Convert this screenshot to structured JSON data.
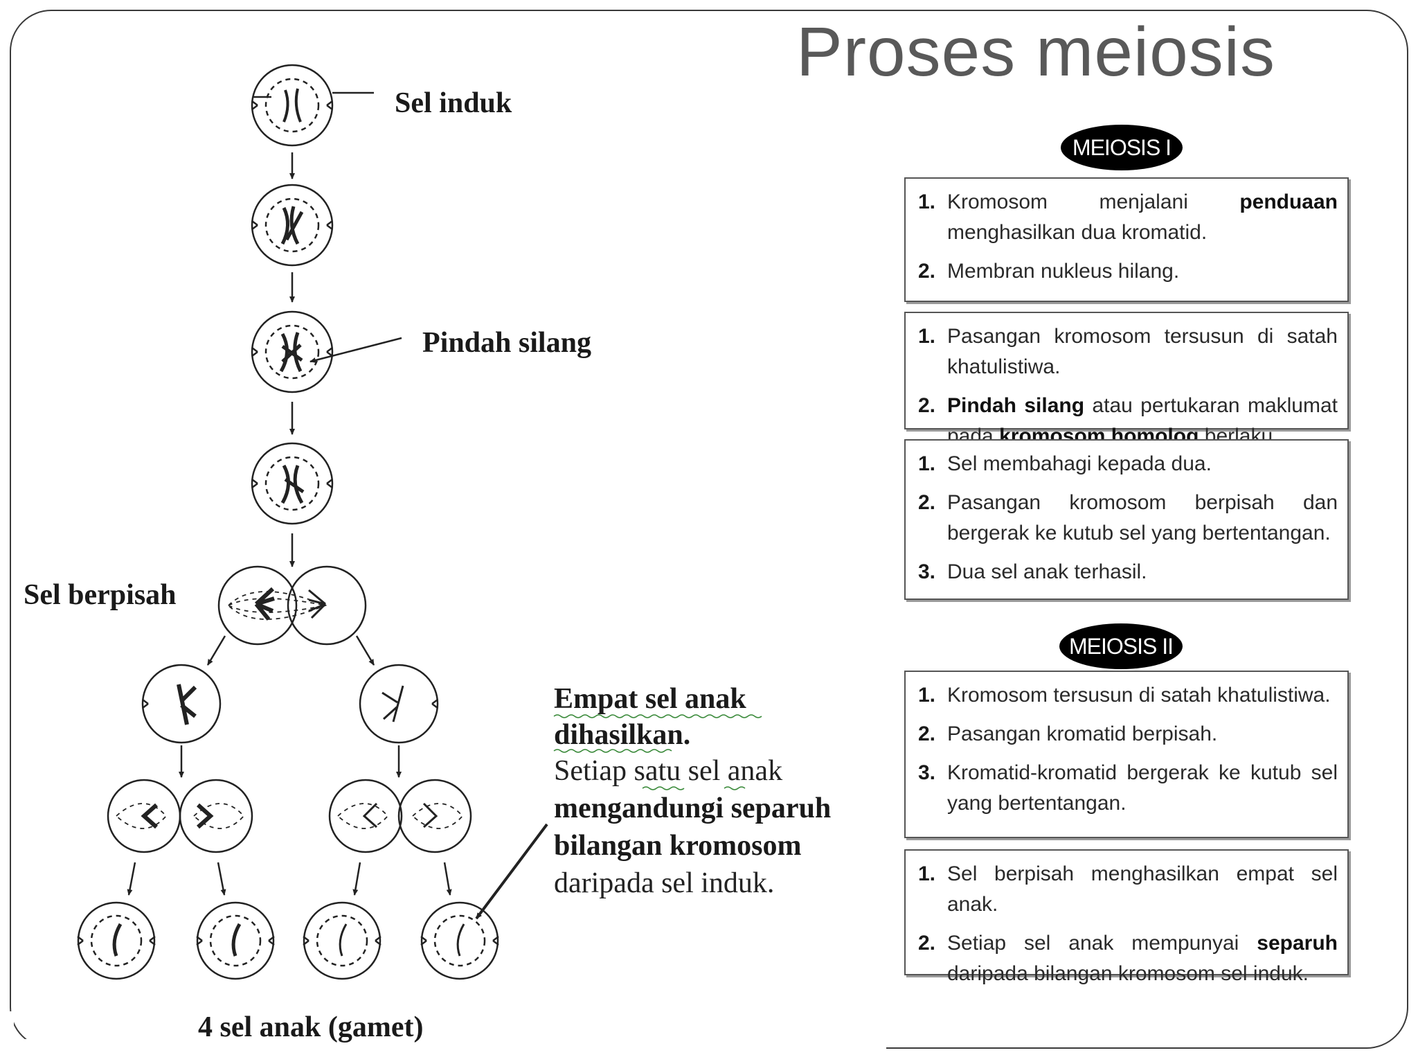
{
  "title": "Proses meiosis",
  "diagram_labels": {
    "parent_cell": "Sel induk",
    "crossing_over": "Pindah silang",
    "cell_separates": "Sel berpisah",
    "gametes": "4 sel anak (gamet)"
  },
  "narrative": {
    "line1": "Empat sel anak",
    "line2": "dihasilkan.",
    "line3": "Setiap satu  sel anak",
    "line4": "mengandungi separuh",
    "line5": "bilangan kromosom",
    "line6": "daripada sel induk."
  },
  "meiosis1": {
    "label": "MEIOSIS I",
    "boxes": [
      {
        "items": [
          {
            "num": "1.",
            "pre": "Kromosom menjalani ",
            "bold": "penduaan",
            "post": " menghasilkan dua kromatid."
          },
          {
            "num": "2.",
            "pre": "Membran nukleus hilang.",
            "bold": "",
            "post": ""
          }
        ]
      },
      {
        "items": [
          {
            "num": "1.",
            "pre": "Pasangan kromosom tersusun di satah khatulistiwa.",
            "bold": "",
            "post": ""
          },
          {
            "num": "2.",
            "pre": "",
            "bold": "Pindah silang",
            "post": " atau pertukaran maklumat pada ",
            "bold2": "kromosom homolog",
            "post2": " berlaku."
          }
        ]
      },
      {
        "items": [
          {
            "num": "1.",
            "pre": "Sel membahagi kepada dua.",
            "bold": "",
            "post": ""
          },
          {
            "num": "2.",
            "pre": "Pasangan kromosom berpisah dan bergerak ke kutub sel yang bertentangan.",
            "bold": "",
            "post": ""
          },
          {
            "num": "3.",
            "pre": "Dua sel anak terhasil.",
            "bold": "",
            "post": ""
          }
        ]
      }
    ]
  },
  "meiosis2": {
    "label": "MEIOSIS II",
    "boxes": [
      {
        "items": [
          {
            "num": "1.",
            "pre": "Kromosom tersusun di satah khatulistiwa.",
            "bold": "",
            "post": ""
          },
          {
            "num": "2.",
            "pre": "Pasangan kromatid berpisah.",
            "bold": "",
            "post": ""
          },
          {
            "num": "3.",
            "pre": "Kromatid-kromatid bergerak ke kutub sel yang bertentangan.",
            "bold": "",
            "post": ""
          }
        ]
      },
      {
        "items": [
          {
            "num": "1.",
            "pre": "Sel berpisah menghasilkan empat sel anak.",
            "bold": "",
            "post": ""
          },
          {
            "num": "2.",
            "pre": "Setiap sel anak mempunyai ",
            "bold": "separuh",
            "post": " daripada bilangan kromosom sel induk."
          }
        ]
      }
    ]
  }
}
